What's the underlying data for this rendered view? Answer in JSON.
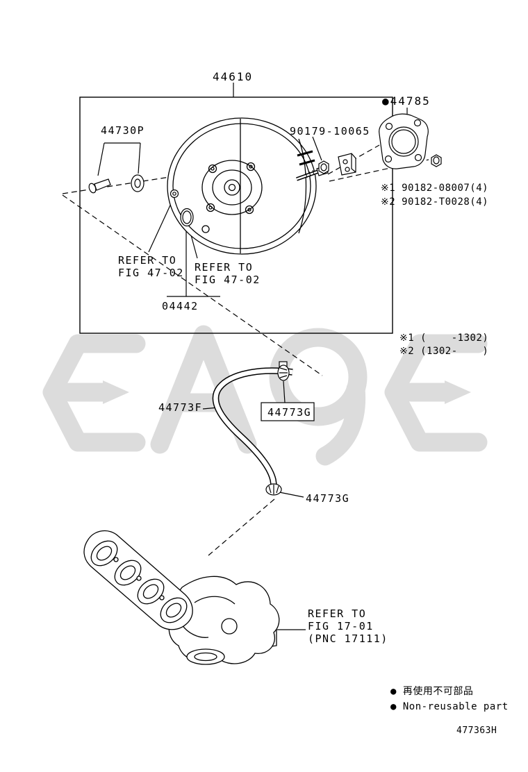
{
  "doc_number": "477363H",
  "parts": {
    "booster": "44610",
    "bolt_set": "44730P",
    "nut": "90179-10065",
    "gasket": "●44785",
    "stud_note_1": "※1 90182-08007(4)",
    "stud_note_2": "※2 90182-T0028(4)",
    "oring": "04442",
    "hose": "44773F",
    "clamp_upper": "44773G",
    "clamp_lower": "44773G"
  },
  "refer": {
    "fig4702_left": {
      "l1": "REFER TO",
      "l2": "FIG 47-02"
    },
    "fig4702_right": {
      "l1": "REFER TO",
      "l2": "FIG 47-02"
    },
    "fig1701": {
      "l1": "REFER TO",
      "l2": "FIG 17-01",
      "l3": "(PNC 17111)"
    }
  },
  "applicability": {
    "note1": "※1 (    -1302)",
    "note2": "※2 (1302-    )"
  },
  "legend": {
    "jp": "● 再使用不可部品",
    "en": "● Non-reusable part"
  }
}
